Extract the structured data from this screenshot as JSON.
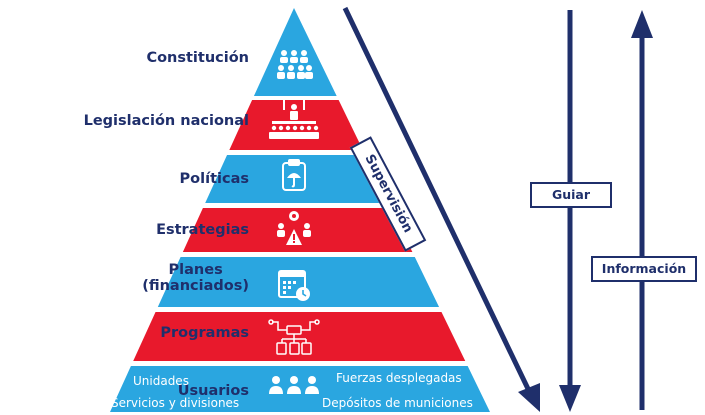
{
  "levels": [
    {
      "label": "Constitución",
      "color": "#2aa6e0",
      "icon": "assembly-people-icon"
    },
    {
      "label": "Legislación nacional",
      "color": "#e8192c",
      "icon": "parliament-podium-icon"
    },
    {
      "label": "Políticas",
      "color": "#2aa6e0",
      "icon": "clipboard-umbrella-icon"
    },
    {
      "label": "Estrategias",
      "color": "#e8192c",
      "icon": "strategy-gear-warning-icon"
    },
    {
      "label": "Planes\n(financiados)",
      "color": "#2aa6e0",
      "icon": "calendar-clock-icon"
    },
    {
      "label": "Programas",
      "color": "#e8192c",
      "icon": "program-flowchart-icon"
    },
    {
      "label": "Usuarios",
      "color": "#2aa6e0",
      "icon": "users-group-icon"
    }
  ],
  "base": {
    "left_top": "Unidades",
    "left_bottom": "Servicios y divisiones",
    "right_top": "Fuerzas desplegadas",
    "right_bottom": "Depósitos de municiones"
  },
  "arrows": {
    "supervision": "Supervisión",
    "guide": "Guiar",
    "information": "Información"
  },
  "colors": {
    "navy": "#1f2f6b",
    "blue": "#2aa6e0",
    "red": "#e8192c"
  }
}
